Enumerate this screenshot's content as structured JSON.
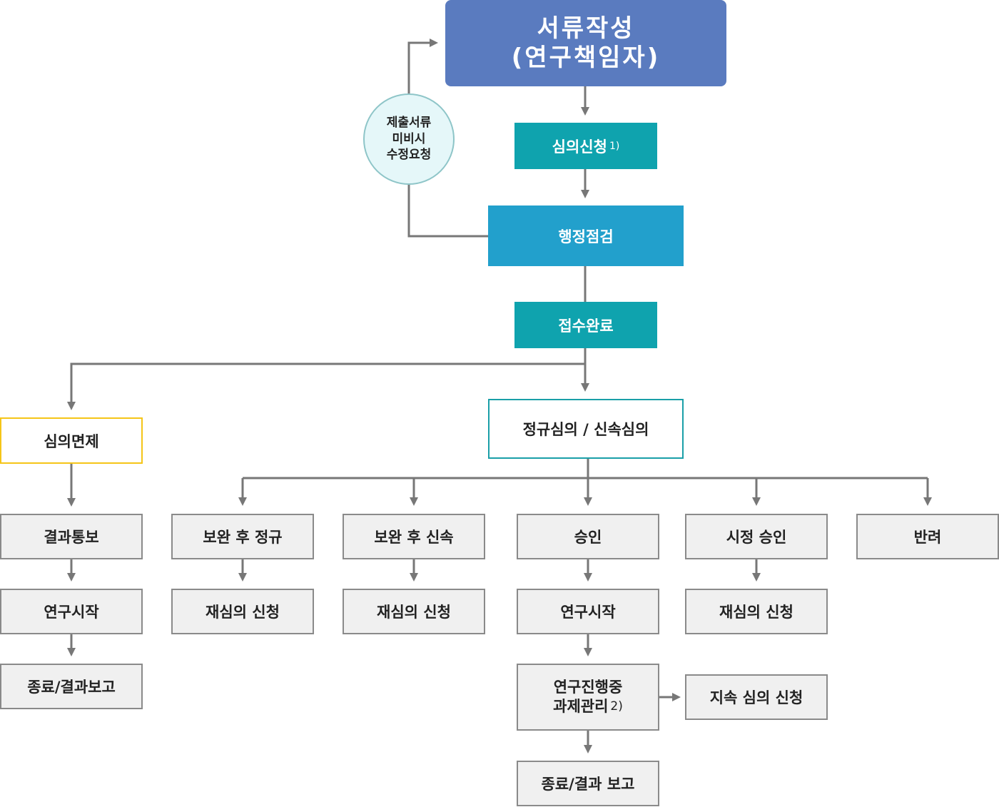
{
  "colors": {
    "title": "#5a7bbf",
    "teal": "#0fa3ae",
    "blue": "#22a0cc",
    "exempt_border": "#f5c518",
    "review_border": "#1a9fa8",
    "line": "#777777"
  },
  "nodes": {
    "prepare": {
      "line1": "서류작성",
      "line2": "(연구책임자)"
    },
    "apply": {
      "label": "심의신청",
      "note": "1)"
    },
    "admin_check": {
      "label": "행정점검"
    },
    "revise_request": {
      "line1": "제출서류",
      "line2": "미비시",
      "line3": "수정요청"
    },
    "received": {
      "label": "접수완료"
    },
    "exempt": {
      "label": "심의면제"
    },
    "review": {
      "label": "정규심의 / 신속심의"
    },
    "exempt_notify": {
      "label": "결과통보"
    },
    "exempt_start": {
      "label": "연구시작"
    },
    "exempt_end": {
      "label": "종료/결과보고"
    },
    "supp_regular": {
      "label": "보완 후 정규"
    },
    "supp_regular_re": {
      "label": "재심의 신청"
    },
    "supp_fast": {
      "label": "보완 후 신속"
    },
    "supp_fast_re": {
      "label": "재심의 신청"
    },
    "approve": {
      "label": "승인"
    },
    "approve_start": {
      "label": "연구시작"
    },
    "ongoing": {
      "line1": "연구진행중",
      "line2": "과제관리",
      "note": "2)"
    },
    "continuing": {
      "label": "지속 심의 신청"
    },
    "approve_end": {
      "label": "종료/결과 보고"
    },
    "conditional": {
      "label": "시정 승인"
    },
    "conditional_re": {
      "label": "재심의 신청"
    },
    "reject": {
      "label": "반려"
    }
  }
}
